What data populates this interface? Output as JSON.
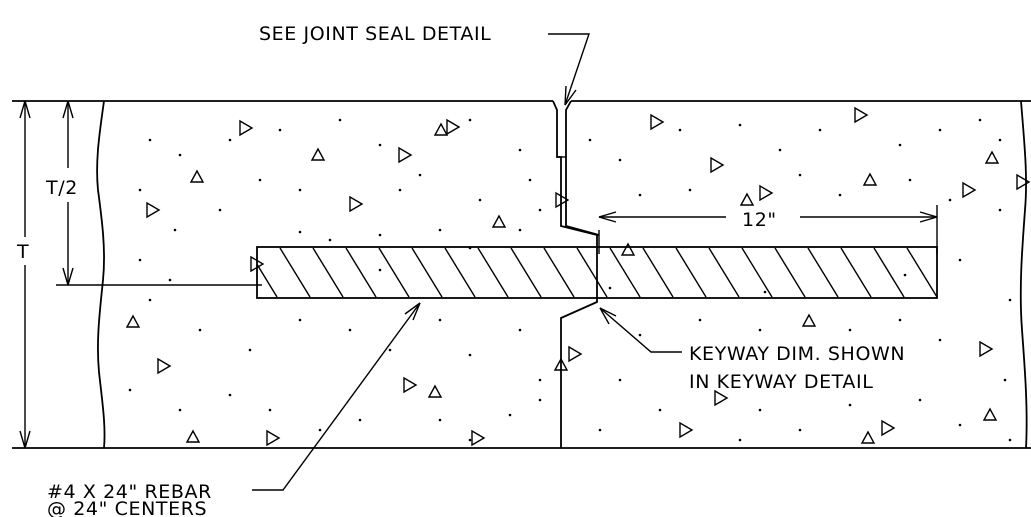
{
  "labels": {
    "joint_seal": "SEE JOINT SEAL DETAIL",
    "half_thickness": "T/2",
    "thickness": "T",
    "embed_length": "12\"",
    "keyway_line1": "KEYWAY DIM. SHOWN",
    "keyway_line2": "IN KEYWAY DETAIL",
    "rebar_line1": "#4 X 24\" REBAR",
    "rebar_line2": "@ 24\" CENTERS"
  },
  "colors": {
    "ink": "#000000",
    "background": "#ffffff"
  }
}
